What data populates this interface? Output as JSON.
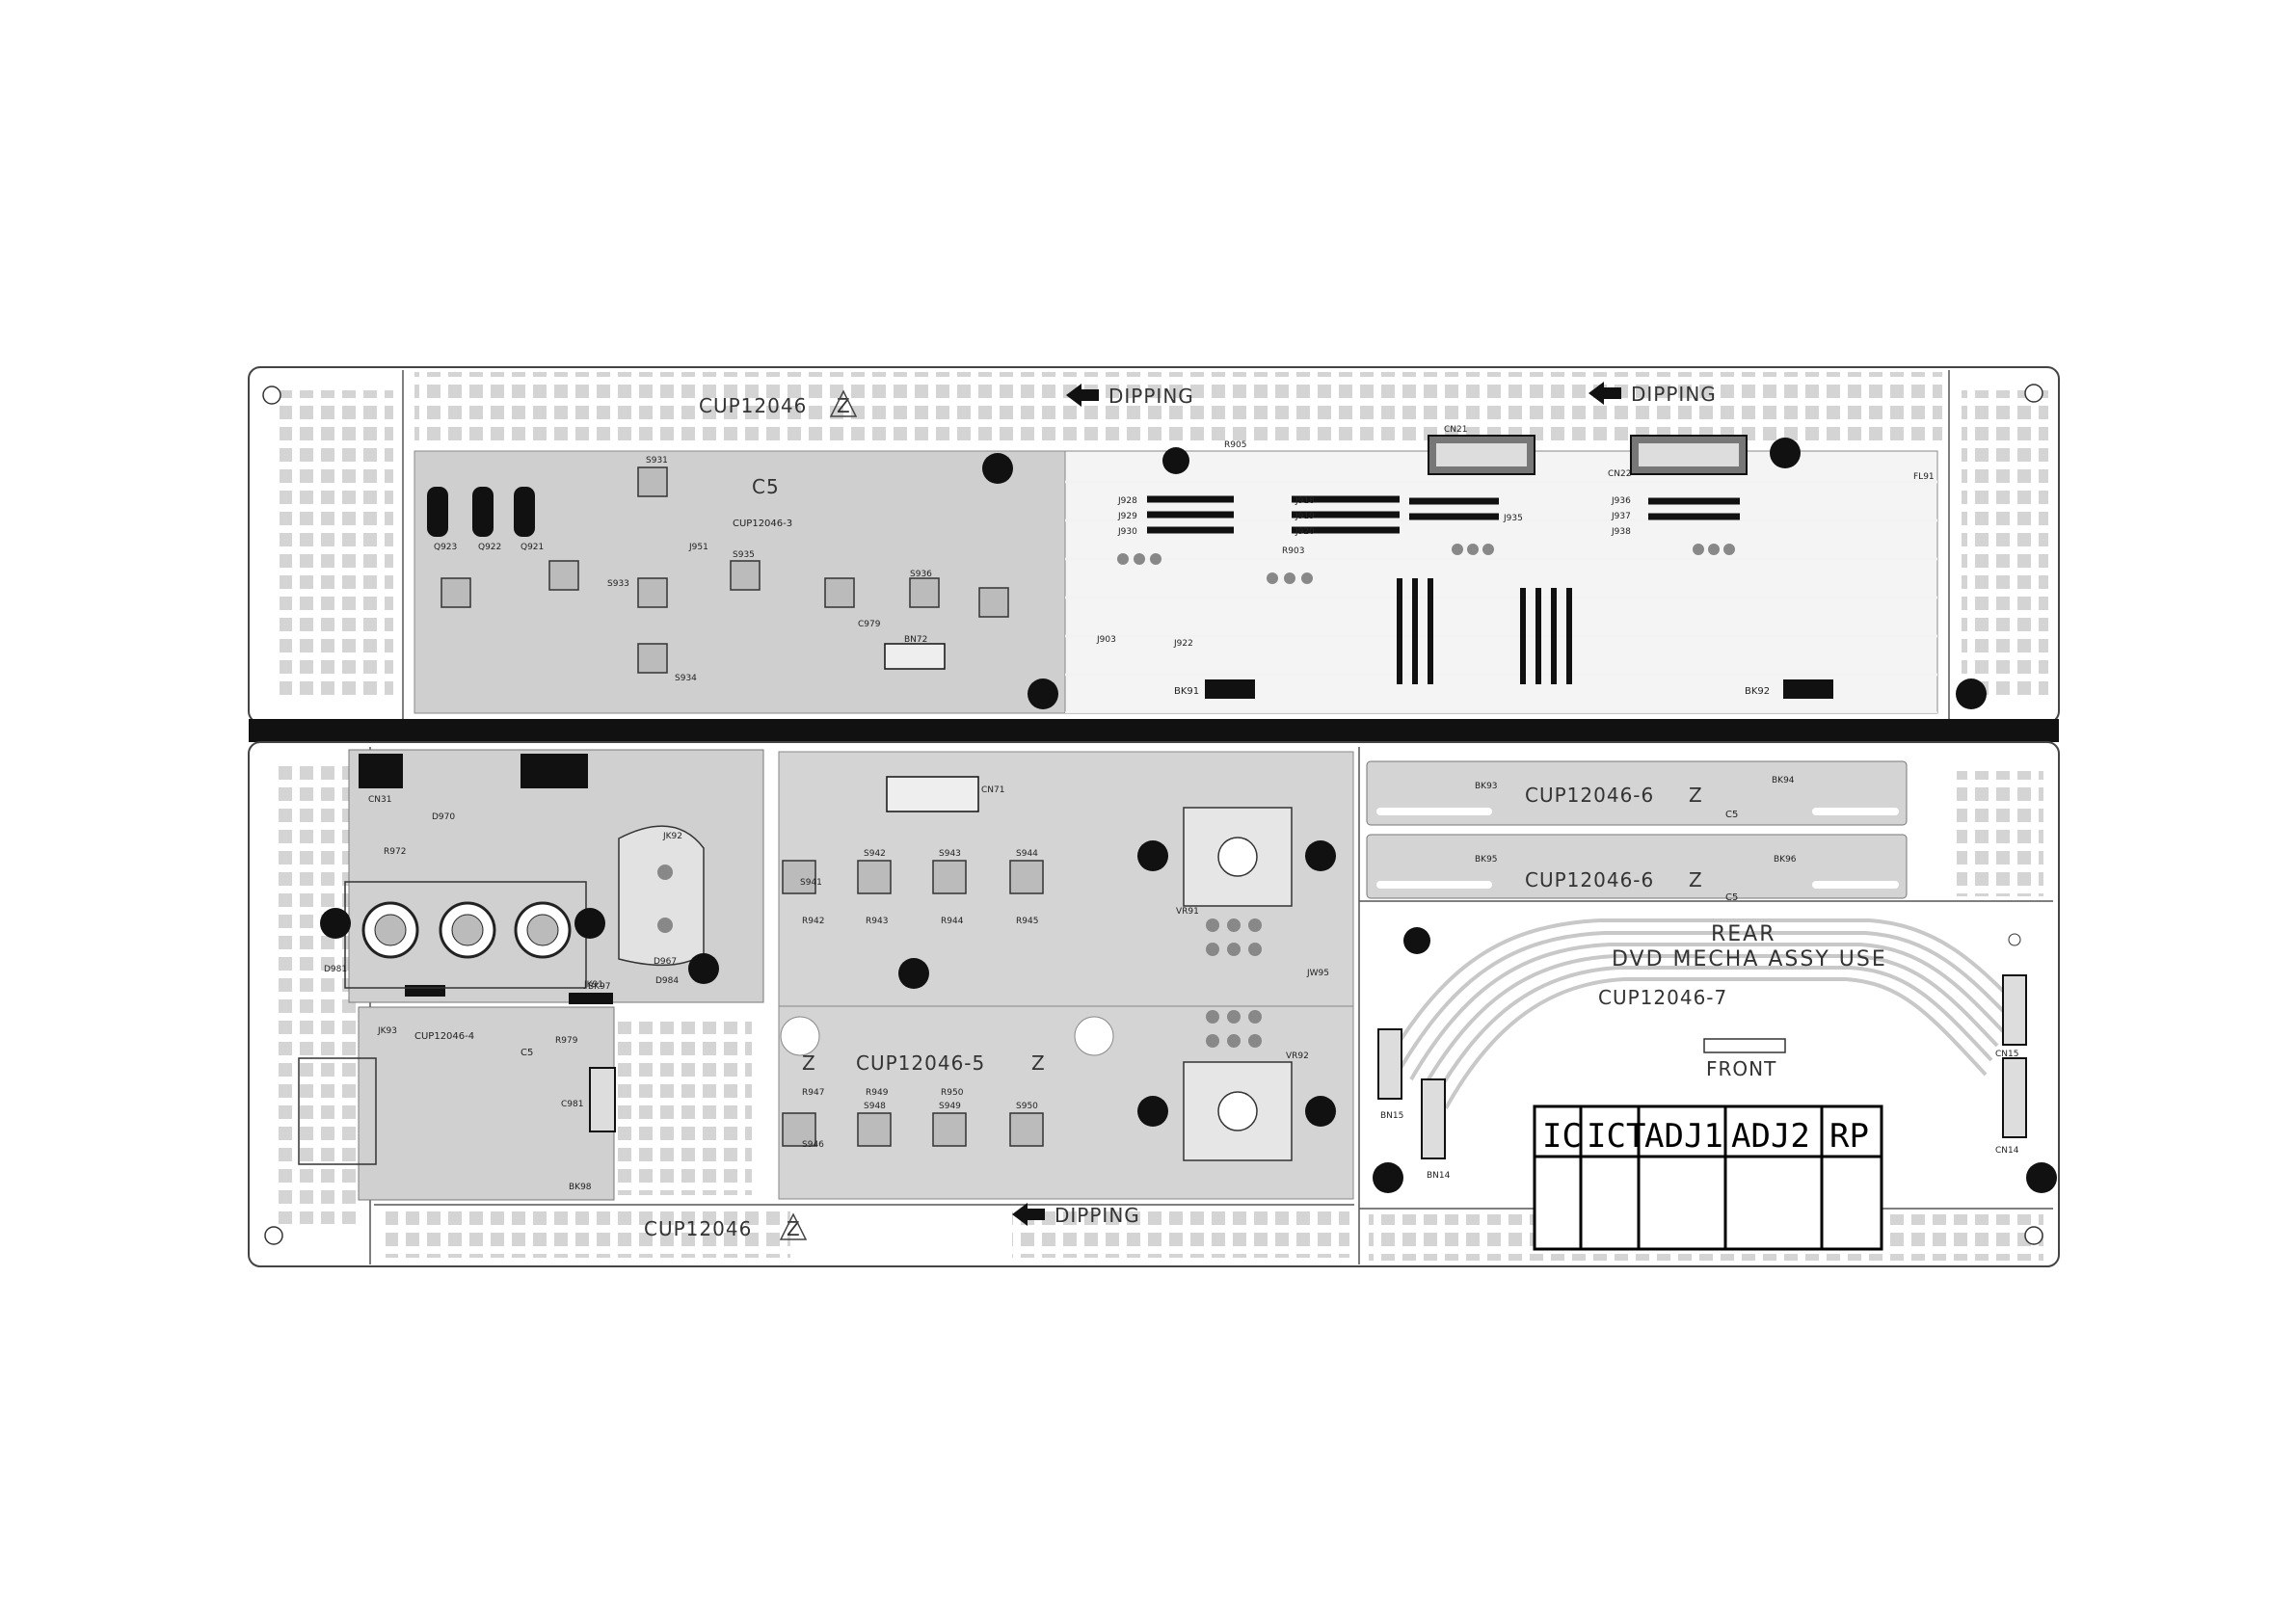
{
  "board": {
    "code_top": "CUP12046",
    "code_bottom": "CUP12046",
    "code_lower_left": "CUP12046-4",
    "code_mid_top": "CUP12046-6",
    "code_mid_bottom": "CUP12046-6",
    "code_center_mirror": "CUP12046-5",
    "code_upper_mirror": "CUP12046-3",
    "code_rear_mirror": "CUP12046-7",
    "rev_mark": "Z",
    "c5_label": "C5",
    "dipping_label": "DIPPING",
    "rear_label": "REAR",
    "dvd_label": "DVD MECHA ASSY USE",
    "front_label": "FRONT"
  },
  "table": {
    "headers": [
      "IC",
      "ICT",
      "ADJ1",
      "ADJ2",
      "RP"
    ]
  },
  "refs": {
    "bk91": "BK91",
    "bk92": "BK92",
    "bk93": "BK93",
    "bk94": "BK94",
    "bk95": "BK95",
    "bk96": "BK96",
    "bk97": "BK97",
    "bk98": "BK98",
    "cn21": "CN21",
    "cn22": "CN22",
    "cn31": "CN31",
    "cn71": "CN71",
    "cn14": "CN14",
    "cn15": "CN15",
    "bn14": "BN14",
    "bn15": "BN15",
    "bn72": "BN72",
    "vr91": "VR91",
    "vr92": "VR92",
    "jk91": "JK91",
    "jk92": "JK92",
    "jk93": "JK93",
    "fl91": "FL91",
    "jw95": "JW95",
    "s931": "S931",
    "s933": "S933",
    "s934": "S934",
    "s935": "S935",
    "s936": "S936",
    "s941": "S941",
    "s942": "S942",
    "s943": "S943",
    "s944": "S944",
    "s946": "S946",
    "s948": "S948",
    "s949": "S949",
    "s950": "S950",
    "r942": "R942",
    "r943": "R943",
    "r944": "R944",
    "r945": "R945",
    "r947": "R947",
    "r949": "R949",
    "r950": "R950",
    "r905": "R905",
    "r903": "R903",
    "r972": "R972",
    "r979": "R979",
    "d970": "D970",
    "d967": "D967",
    "d984": "D984",
    "d981": "D981",
    "q921": "Q921",
    "q922": "Q922",
    "q923": "Q923",
    "c979": "C979",
    "c981": "C981",
    "j928": "J928",
    "j929": "J929",
    "j930": "J930",
    "j918": "J918",
    "j919": "J919",
    "j920": "J920",
    "j935": "J935",
    "j936": "J936",
    "j937": "J937",
    "j938": "J938",
    "j951": "J951",
    "j903": "J903",
    "j922": "J922"
  }
}
